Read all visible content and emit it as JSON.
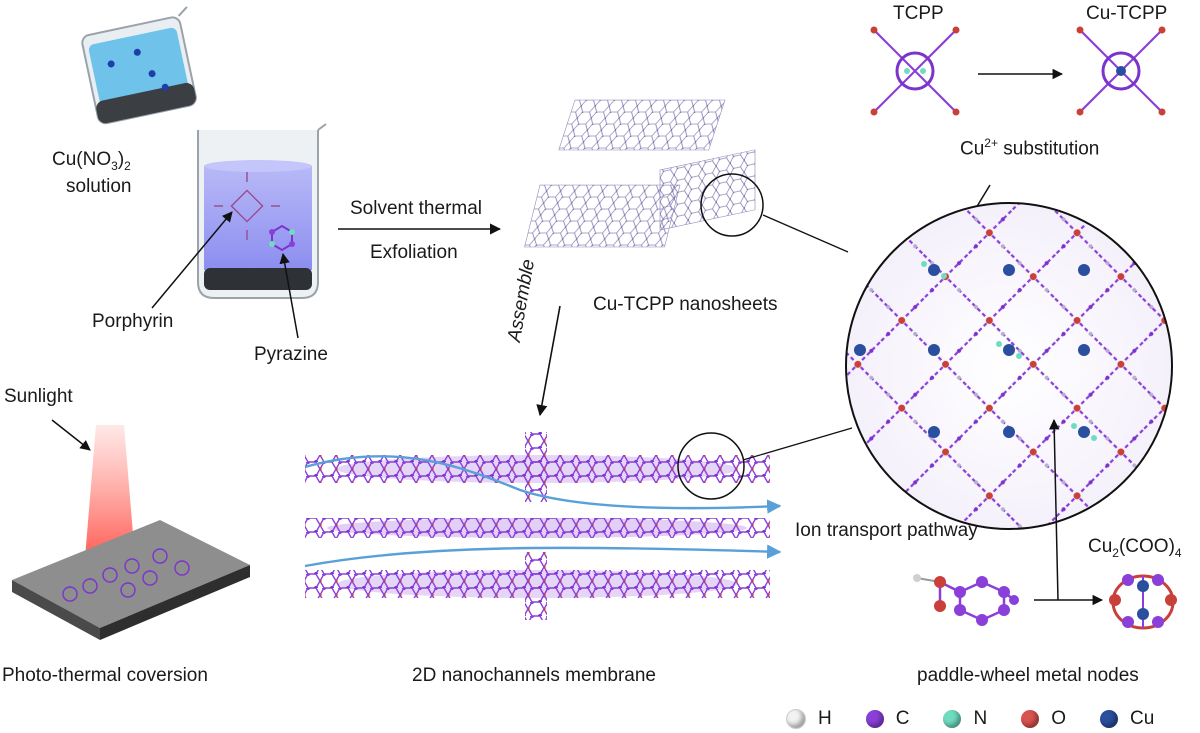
{
  "labels": {
    "cu_no3_line1": "Cu(NO",
    "cu_no3_sub3": "3",
    "cu_no3_close": ")",
    "cu_no3_sub2": "2",
    "solution": "solution",
    "porphyrin": "Porphyrin",
    "pyrazine": "Pyrazine",
    "solvent_thermal": "Solvent thermal",
    "exfoliation": "Exfoliation",
    "nanosheets": "Cu-TCPP nanosheets",
    "assemble": "Assemble",
    "tcpp": "TCPP",
    "cu_tcpp": "Cu-TCPP",
    "cu": "Cu",
    "cu_sup": "2+",
    "substitution": "substitution",
    "sunlight": "Sunlight",
    "photo_thermal": "Photo-thermal coversion",
    "membrane": "2D nanochannels membrane",
    "ion_transport": "Ion transport pathway",
    "cu2coo4_a": "Cu",
    "cu2coo4_sub": "2",
    "cu2coo4_b": "(COO)",
    "cu2coo4_sub4": "4",
    "paddle_wheel": "paddle-wheel metal nodes"
  },
  "legend": [
    {
      "element": "H",
      "color": "#f2f2f2"
    },
    {
      "element": "C",
      "color": "#8a3fd9"
    },
    {
      "element": "N",
      "color": "#6fdcc0"
    },
    {
      "element": "O",
      "color": "#d9534f"
    },
    {
      "element": "Cu",
      "color": "#2a4f9e"
    }
  ],
  "colors": {
    "carbon": "#8a3fd9",
    "oxygen": "#c9403a",
    "copper": "#2a4f9e",
    "nitrogen": "#6fdcc0",
    "flow_arrow": "#5aa0d8",
    "beam": "#ff3b30",
    "solution_blue": "#6fc2ea",
    "beaker_liquid": "#9a9cf2"
  }
}
